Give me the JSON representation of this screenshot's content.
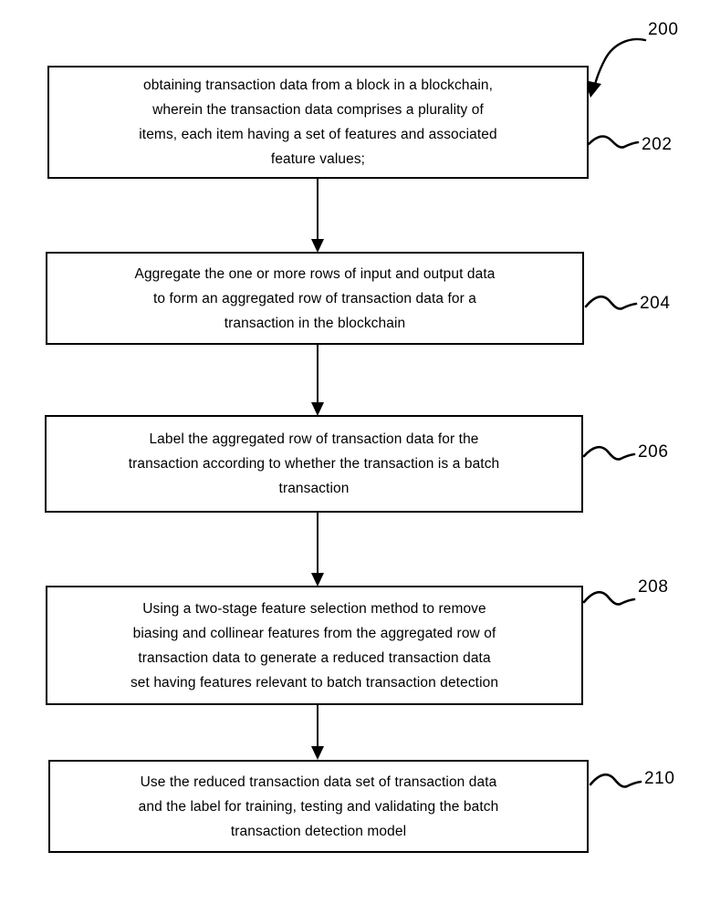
{
  "figure": {
    "title_label": "200",
    "steps": [
      {
        "ref": "202",
        "text": "obtaining transaction data from a block in a blockchain,\nwherein the transaction data comprises a plurality of\nitems, each item having a set of features and associated\nfeature values;"
      },
      {
        "ref": "204",
        "text": "Aggregate the one or more rows of input and output data\nto form an aggregated row of transaction data for a\ntransaction in the blockchain"
      },
      {
        "ref": "206",
        "text": "Label the aggregated row of transaction data for the\ntransaction according to whether the transaction is a batch\ntransaction"
      },
      {
        "ref": "208",
        "text": "Using a two-stage feature selection method to remove\nbiasing and collinear features from the aggregated row of\ntransaction data to generate a reduced transaction data\nset having features relevant to batch transaction detection"
      },
      {
        "ref": "210",
        "text": "Use the reduced transaction data set of transaction data\nand the label for training, testing and validating the batch\ntransaction detection model"
      }
    ],
    "colors": {
      "line": "#000000",
      "fill": "#ffffff"
    }
  }
}
